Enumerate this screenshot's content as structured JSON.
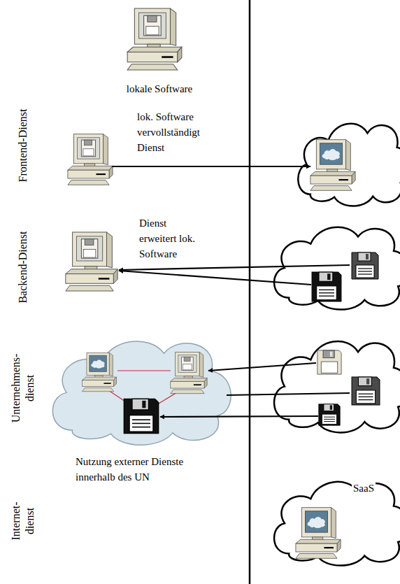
{
  "diagram": {
    "labels": [
      "lokale Software",
      "Frontend-Dienst",
      "lok. Software vervollständigt Dienst",
      "Backend-Dienst",
      "Dienst erweitert lok. Software",
      "Unternehmens- dienst",
      "Nutzung externer Dienste innerhalb des UN",
      "Internet- dienst",
      "SaaS"
    ]
  }
}
